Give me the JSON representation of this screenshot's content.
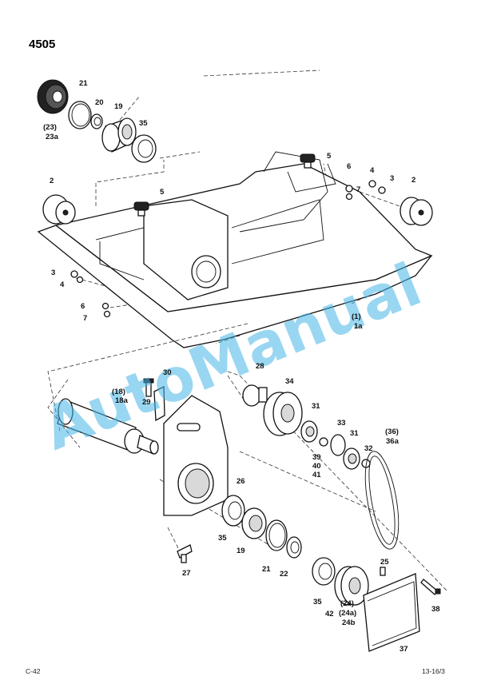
{
  "page": {
    "model": "4505",
    "footer_left": "C-42",
    "footer_right": "13-16/3",
    "watermark": "AutoManual"
  },
  "callouts": {
    "c23": "(23)",
    "c23a": "23a",
    "c21a": "21",
    "c20": "20",
    "c19a": "19",
    "c35a": "35",
    "c5a": "5",
    "c5b": "5",
    "c6a": "6",
    "c7a": "7",
    "c4a": "4",
    "c3a": "3",
    "c2a": "2",
    "c2b": "2",
    "c3b": "3",
    "c4b": "4",
    "c6b": "6",
    "c7b": "7",
    "c1": "(1)",
    "c1a": "1a",
    "c30": "30",
    "c18": "(18)",
    "c18a": "18a",
    "c29": "29",
    "c28": "28",
    "c34": "34",
    "c31a": "31",
    "c33": "33",
    "c31b": "31",
    "c32": "32",
    "c36": "(36)",
    "c36a": "36a",
    "c39": "39",
    "c40": "40",
    "c41": "41",
    "c26": "26",
    "c35b": "35",
    "c19b": "19",
    "c21b": "21",
    "c22": "22",
    "c27": "27",
    "c25": "25",
    "c38": "38",
    "c35c": "35",
    "c42": "42",
    "c24": "(24)",
    "c24a": "(24a)",
    "c24b": "24b",
    "c37": "37"
  }
}
